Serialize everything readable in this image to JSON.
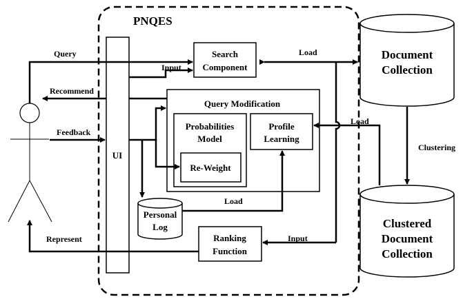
{
  "system_title": "PNQES",
  "ui_label": "UI",
  "search_component": [
    "Search",
    "Component"
  ],
  "query_modification_title": "Query Modification",
  "probabilities_model": [
    "Probabilities",
    "Model"
  ],
  "profile_learning": [
    "Profile",
    "Learning"
  ],
  "reweight": "Re-Weight",
  "personal_log": [
    "Personal",
    "Log"
  ],
  "ranking_function": [
    "Ranking",
    "Function"
  ],
  "document_collection": [
    "Document",
    "Collection"
  ],
  "clustered_collection": [
    "Clustered",
    "Document",
    "Collection"
  ],
  "edges": {
    "query": "Query",
    "recommend": "Recommend",
    "feedback": "Feedback",
    "represent": "Represent",
    "input_search": "Input",
    "load_doc": "Load",
    "load_profile": "Load",
    "load_log": "Load",
    "clustering": "Clustering",
    "input_ranking": "Input"
  }
}
